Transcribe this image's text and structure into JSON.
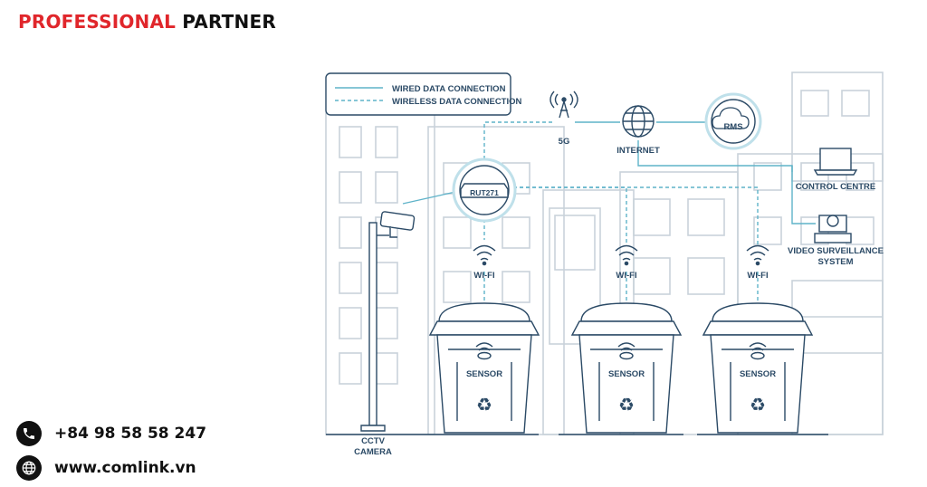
{
  "header": {
    "title_part1": "PROFESSIONAL",
    "title_part2": "PARTNER",
    "accent_color": "#e0262b"
  },
  "contact": {
    "phone": "+84 98 58 58 247",
    "website": "www.comlink.vn",
    "phone_icon": "phone-icon",
    "web_icon": "globe-icon"
  },
  "legend": {
    "wired": "WIRED DATA CONNECTION",
    "wireless": "WIRELESS DATA CONNECTION"
  },
  "nodes": {
    "fiveg": "5G",
    "internet": "INTERNET",
    "rms": "RMS",
    "router": "RUT271",
    "control_centre": "CONTROL CENTRE",
    "video_line1": "VIDEO SURVEILLANCE",
    "video_line2": "SYSTEM",
    "cctv_line1": "CCTV",
    "cctv_line2": "CAMERA"
  },
  "bins": [
    {
      "wifi": "WI-FI",
      "sensor": "SENSOR"
    },
    {
      "wifi": "WI-FI",
      "sensor": "SENSOR"
    },
    {
      "wifi": "WI-FI",
      "sensor": "SENSOR"
    }
  ],
  "colors": {
    "line": "#2b4a66",
    "connection": "#5fb3c9",
    "background_lines": "#c9d2da"
  }
}
